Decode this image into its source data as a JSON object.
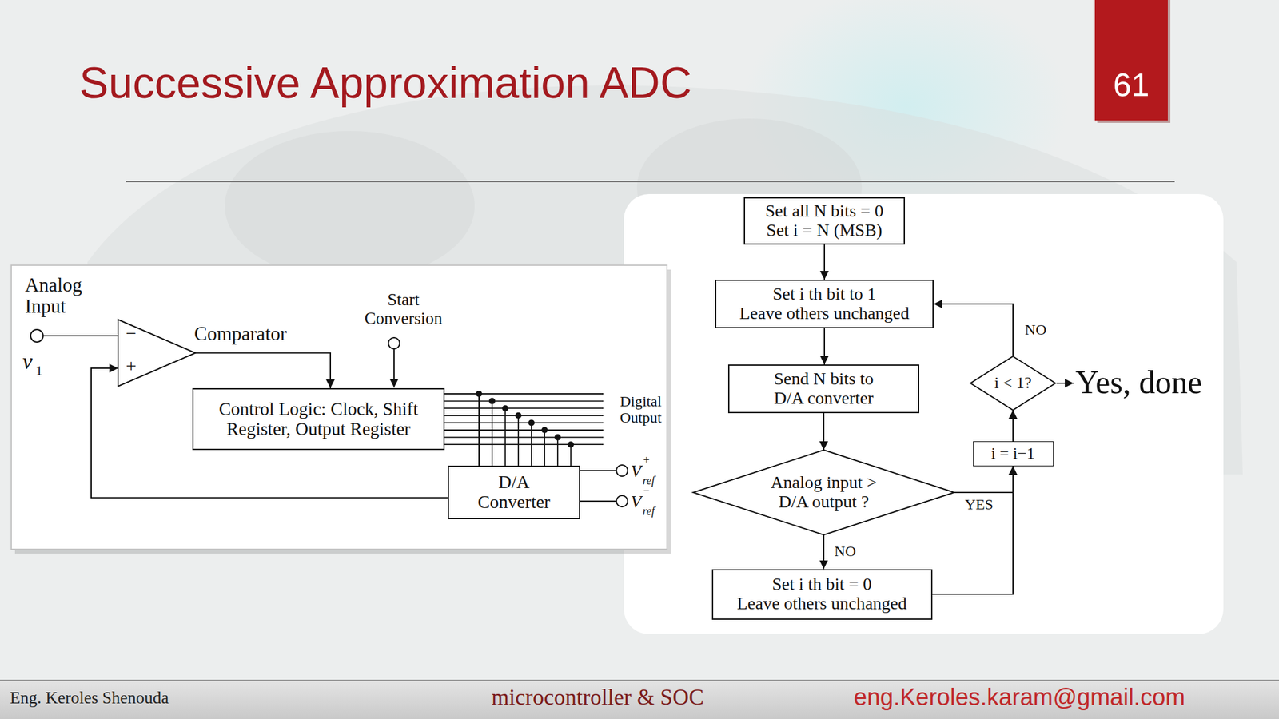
{
  "diagram": {
    "title": "Successive Approximation ADC",
    "nodes": [
      {
        "text": [
          "Comparator"
        ]
      },
      {
        "text": [
          "Control Logic: Clock, Shift Register, Output Register"
        ]
      },
      {
        "text": [
          "D/A Converter"
        ]
      },
      {
        "text": [
          "Set all N bits = 0",
          "Set i = N (MSB)"
        ]
      },
      {
        "text": [
          "Set i th bit to 1",
          "Leave others unchanged"
        ]
      },
      {
        "text": [
          "Send N bits to D/A converter"
        ]
      },
      {
        "text": [
          "Analog input > D/A output ?"
        ]
      },
      {
        "text": [
          "Set i th bit = 0",
          "Leave others unchanged"
        ]
      },
      {
        "text": [
          "i = i−1"
        ]
      },
      {
        "text": [
          "i < 1?"
        ]
      }
    ],
    "edges": [
      {
        "from": 0,
        "to": 1,
        "arrow": "to"
      },
      {
        "from": 2,
        "to": 0,
        "arrow": "to"
      },
      {
        "from": 1,
        "to": 2,
        "arrow": "none"
      },
      {
        "from": 3,
        "to": 4,
        "arrow": "to"
      },
      {
        "from": 4,
        "to": 5,
        "arrow": "to"
      },
      {
        "from": 5,
        "to": 6,
        "arrow": "to"
      },
      {
        "from": 6,
        "to": 7,
        "label": "NO",
        "arrow": "to"
      },
      {
        "from": 6,
        "to": 8,
        "label": "YES",
        "arrow": "to"
      },
      {
        "from": 7,
        "to": 8,
        "arrow": "to"
      },
      {
        "from": 8,
        "to": 9,
        "arrow": "to"
      },
      {
        "from": 9,
        "to": 4,
        "label": "NO",
        "arrow": "to"
      }
    ],
    "labels": [
      "Analog Input",
      "v",
      "1",
      "−",
      "+",
      "Start Conversion",
      "Digital Output",
      "V",
      "+",
      "ref",
      "V",
      "−",
      "ref",
      "Yes, done",
      "61",
      "Eng. Keroles Shenouda",
      "microcontroller & SOC",
      "eng.Keroles.karam@gmail.com"
    ]
  }
}
